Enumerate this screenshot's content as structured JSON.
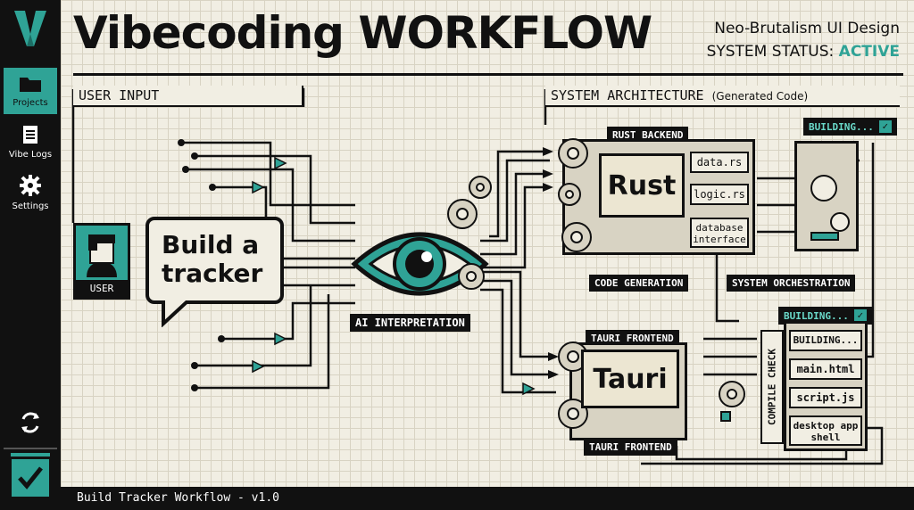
{
  "app": {
    "logo_letter": "V",
    "title": "Vibecoding WORKFLOW",
    "subtitle": "Neo-Brutalism UI Design",
    "status_label": "SYSTEM STATUS:",
    "status_value": "ACTIVE"
  },
  "sidebar": {
    "items": [
      {
        "label": "Projects",
        "icon": "folder-icon",
        "active": true
      },
      {
        "label": "Vibe Logs",
        "icon": "document-icon",
        "active": false
      },
      {
        "label": "Settings",
        "icon": "gear-icon",
        "active": false
      }
    ],
    "bottom_icons": [
      "sync-icon",
      "checkmark-icon"
    ]
  },
  "user_input": {
    "header": "USER INPUT",
    "user_label": "USER",
    "prompt_text": "Build a tracker"
  },
  "ai": {
    "label": "AI INTERPRETATION"
  },
  "architecture": {
    "header": "SYSTEM ARCHITECTURE",
    "header_note": "(Generated Code)",
    "rust": {
      "label": "RUST BACKEND",
      "name": "Rust",
      "files": [
        "data.rs",
        "logic.rs",
        "database interface"
      ]
    },
    "tauri": {
      "label_top": "TAURI FRONTEND",
      "label_bottom": "TAURI FRONTEND",
      "name": "Tauri"
    },
    "code_generation": "CODE GENERATION",
    "system_orchestration": "SYSTEM ORCHESTRATION",
    "building_badge_1": "BUILDING...",
    "building_badge_2": "BUILDING...",
    "compile_check": "COMPILE CHECK",
    "build_outputs": [
      "BUILDING...",
      "main.html",
      "script.js",
      "desktop app shell"
    ]
  },
  "footer": {
    "text": "Build Tracker Workflow - v1.0"
  },
  "colors": {
    "accent": "#2fa396",
    "accent_light": "#6ad9c9",
    "ink": "#111111",
    "paper": "#f1eee3"
  }
}
